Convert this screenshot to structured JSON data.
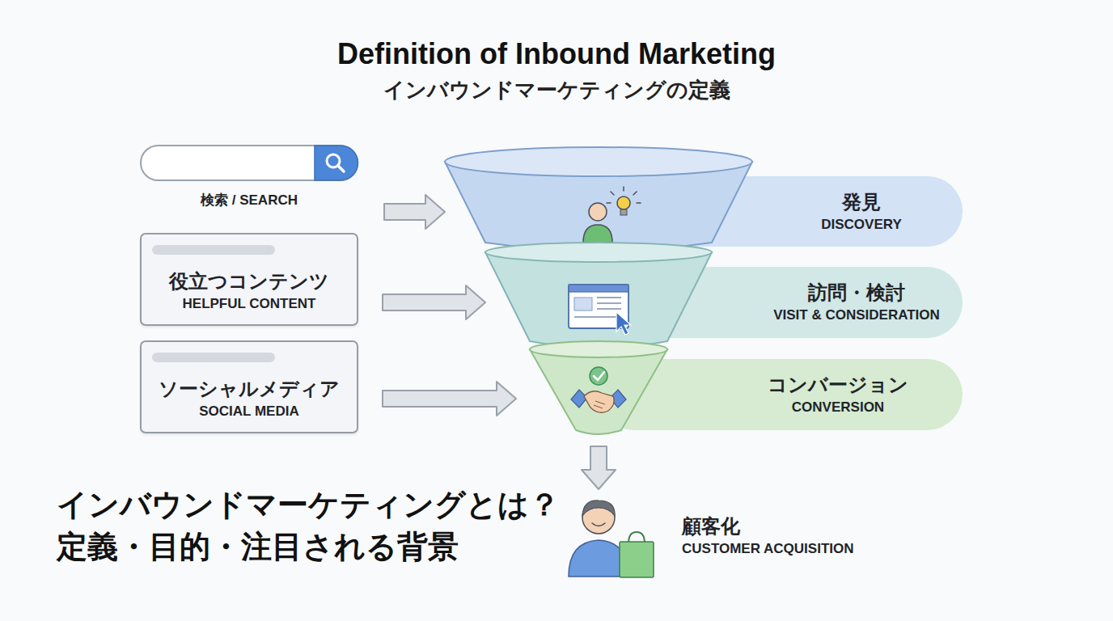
{
  "diagram": {
    "title": "Definition of Inbound Marketing",
    "caption": "インバウンドマーケティングとは？ 定義・目的・注目される背景",
    "nodes": [
      {
        "text": [
          "検索 / SEARCH"
        ]
      },
      {
        "text": [
          "役立つコンテンツ",
          "HELPFUL CONTENT"
        ]
      },
      {
        "text": [
          "ソーシャルメディア",
          "SOCIAL MEDIA"
        ]
      },
      {
        "text": [
          "発見",
          "DISCOVERY"
        ]
      },
      {
        "text": [
          "訪問・検討",
          "VISIT & CONSIDERATION"
        ]
      },
      {
        "text": [
          "コンバージョン",
          "CONVERSION"
        ]
      },
      {
        "text": [
          "顧客化",
          "CUSTOMER ACQUISITION"
        ]
      }
    ],
    "edges": [
      {
        "from": 0,
        "to": 3,
        "arrow": "to"
      },
      {
        "from": 1,
        "to": 4,
        "arrow": "to"
      },
      {
        "from": 2,
        "to": 5,
        "arrow": "to"
      },
      {
        "from": 5,
        "to": 6,
        "arrow": "to"
      }
    ],
    "labels": [
      "インバウンドマーケティングの定義"
    ]
  }
}
